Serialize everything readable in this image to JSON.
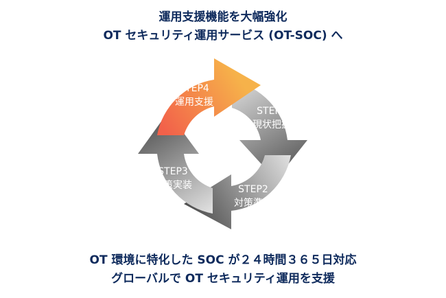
{
  "header": {
    "line1": "運用支援機能を大幅強化",
    "line2": "OT セキュリティ運用サービス (OT-SOC) へ"
  },
  "footer": {
    "line1": "OT 環境に特化した SOC が２４時間３６５日対応",
    "line2": "グローバルで OT セキュリティ運用を支援"
  },
  "steps": [
    {
      "step": "STEP1",
      "label": "現状把握"
    },
    {
      "step": "STEP2",
      "label": "対策準備"
    },
    {
      "step": "STEP3",
      "label": "対策実装"
    },
    {
      "step": "STEP4",
      "label": "運用支援"
    }
  ],
  "colors": {
    "heading": "#0e2a5c",
    "step4_start": "#f2614a",
    "step4_end": "#f6b24a",
    "gray_light": "#e0e0e0",
    "gray_dark": "#555555"
  }
}
